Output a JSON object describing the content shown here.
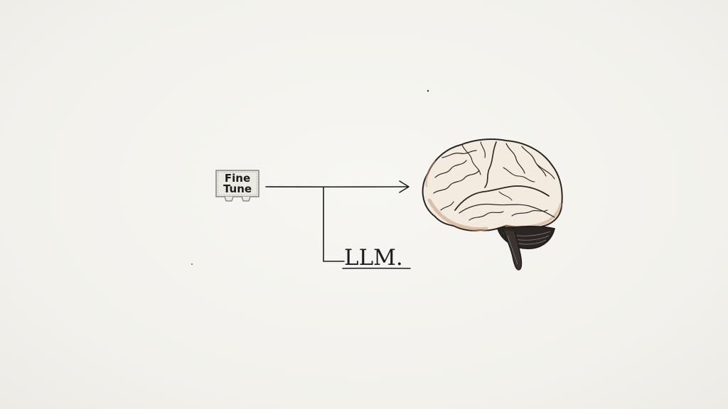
{
  "diagram": {
    "tag": {
      "line1": "Fine",
      "line2": "Tune"
    },
    "label": "LLM.",
    "icons": {
      "tag": "chip-tag-icon",
      "arrow": "arrow-right-icon",
      "brain": "brain-icon"
    },
    "colors": {
      "background": "#f4f3ef",
      "ink": "#1b1b1b",
      "brain_fill": "#f3ebe0",
      "brain_shade": "#c79b78"
    }
  }
}
